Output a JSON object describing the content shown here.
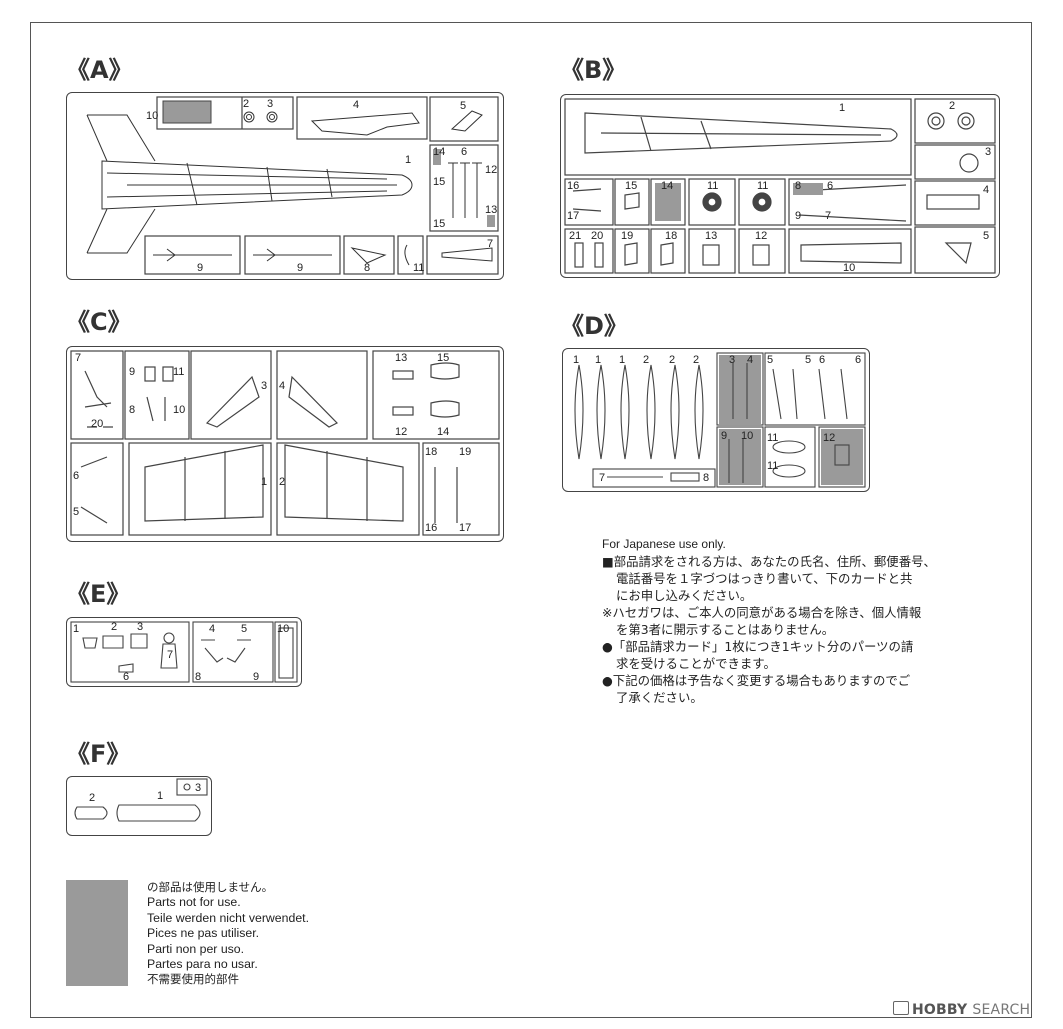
{
  "sections": {
    "a": "《A》",
    "b": "《B》",
    "c": "《C》",
    "d": "《D》",
    "e": "《E》",
    "f": "《F》"
  },
  "parts": {
    "a": [
      "10",
      "2",
      "3",
      "4",
      "5",
      "1",
      "14",
      "6",
      "12",
      "15",
      "13",
      "15",
      "9",
      "9",
      "8",
      "11",
      "7"
    ],
    "b": [
      "1",
      "2",
      "3",
      "16",
      "15",
      "14",
      "11",
      "11",
      "8",
      "6",
      "17",
      "9",
      "7",
      "4",
      "21",
      "20",
      "19",
      "18",
      "13",
      "12",
      "10",
      "5"
    ],
    "c": [
      "7",
      "9",
      "11",
      "8",
      "10",
      "20",
      "3",
      "4",
      "13",
      "15",
      "12",
      "14",
      "6",
      "5",
      "1",
      "2",
      "18",
      "19",
      "16",
      "17"
    ],
    "d": [
      "1",
      "1",
      "1",
      "2",
      "2",
      "2",
      "3",
      "4",
      "5",
      "5",
      "6",
      "6",
      "9",
      "10",
      "11",
      "12",
      "11",
      "7",
      "8"
    ],
    "e": [
      "1",
      "2",
      "3",
      "4",
      "5",
      "10",
      "7",
      "6",
      "8",
      "9"
    ],
    "f": [
      "2",
      "1",
      "3"
    ]
  },
  "japanese_note": {
    "line1": "For Japanese use only.",
    "line2": "■部品請求をされる方は、あなたの氏名、住所、郵便番号、",
    "line3": "電話番号を１字づつはっきり書いて、下のカードと共",
    "line4": "にお申し込みください。",
    "line5": "※ハセガワは、ご本人の同意がある場合を除き、個人情報",
    "line6": "を第3者に開示することはありません。",
    "line7": "●「部品請求カード」1枚につき1キット分のパーツの請",
    "line8": "求を受けることができます。",
    "line9": "●下記の価格は予告なく変更する場合もありますのでご",
    "line10": "了承ください。"
  },
  "legend": {
    "ja": "の部品は使用しません。",
    "en": "Parts not for use.",
    "de": "Teile werden nicht verwendet.",
    "fr": "Pices  ne pas utiliser.",
    "it": "Parti non per uso.",
    "es": "Partes para no usar.",
    "zh": "不需要使用的部件",
    "swatch_color": "#9a9a9a"
  },
  "watermark": {
    "brand": "HOBBY",
    "suffix": "SEARCH"
  }
}
